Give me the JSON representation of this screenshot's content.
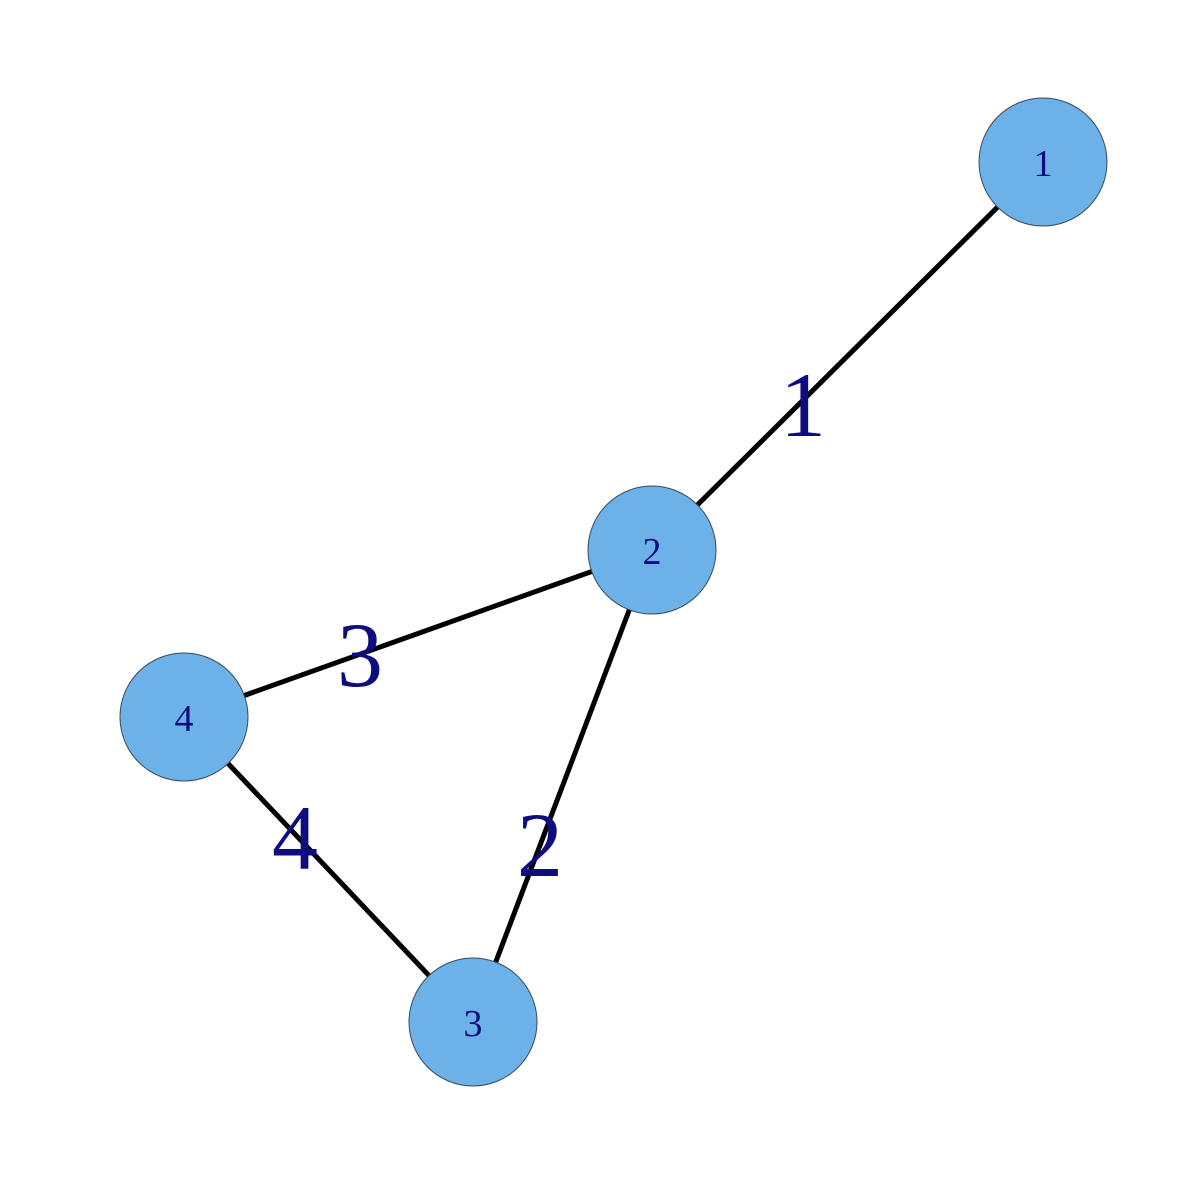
{
  "colors": {
    "node_fill": "#6cb2e8",
    "label": "#0d0d80",
    "edge": "#000000"
  },
  "nodes": [
    {
      "id": "1",
      "label": "1"
    },
    {
      "id": "2",
      "label": "2"
    },
    {
      "id": "3",
      "label": "3"
    },
    {
      "id": "4",
      "label": "4"
    }
  ],
  "edges": [
    {
      "id": "e1",
      "source": "1",
      "target": "2",
      "label": "1"
    },
    {
      "id": "e2",
      "source": "2",
      "target": "3",
      "label": "2"
    },
    {
      "id": "e3",
      "source": "2",
      "target": "4",
      "label": "3"
    },
    {
      "id": "e4",
      "source": "4",
      "target": "3",
      "label": "4"
    }
  ]
}
